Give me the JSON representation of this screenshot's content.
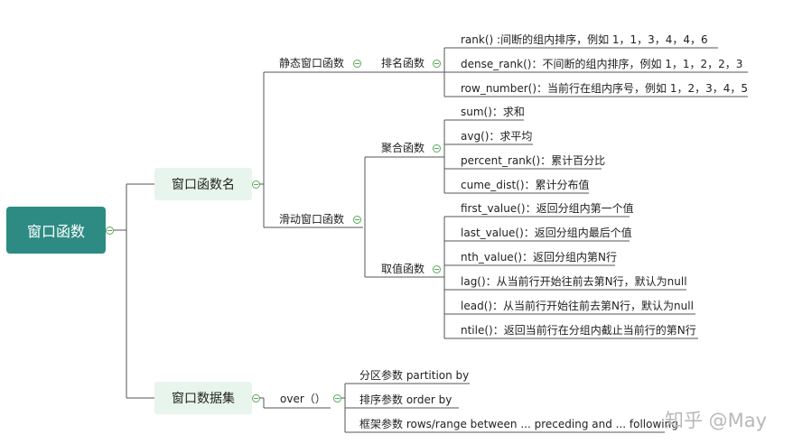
{
  "root": {
    "label": "窗口函数"
  },
  "branches": {
    "func_names": {
      "label": "窗口函数名",
      "static": {
        "label": "静态窗口函数",
        "ranking": {
          "label": "排名函数",
          "items": [
            "rank() :间断的组内排序，例如  1，1，3，4，4，6",
            "dense_rank()：不间断的组内排序，例如 1，1，2，2，3",
            "row_number()：当前行在组内序号，例如 1，2，3，4，5"
          ]
        }
      },
      "sliding": {
        "label": "滑动窗口函数",
        "aggregate": {
          "label": "聚合函数",
          "items": [
            "sum()：求和",
            "avg()：求平均",
            "percent_rank()：累计百分比",
            "cume_dist()：累计分布值"
          ]
        },
        "value": {
          "label": "取值函数",
          "items": [
            "first_value()：返回分组内第一个值",
            "last_value()：返回分组内最后个值",
            "nth_value()：返回分组内第N行",
            "lag()：从当前行开始往前去第N行，默认为null",
            "lead()：从当前行开始往前去第N行，默认为null",
            "ntile()：返回当前行在分组内截止当前行的第N行"
          ]
        }
      }
    },
    "dataset": {
      "label": "窗口数据集",
      "over": {
        "label": "over（）",
        "items": [
          "分区参数 partition by",
          "排序参数  order by",
          "框架参数 rows/range between ... preceding  and ... following"
        ]
      }
    }
  },
  "watermark": "知乎 @May"
}
